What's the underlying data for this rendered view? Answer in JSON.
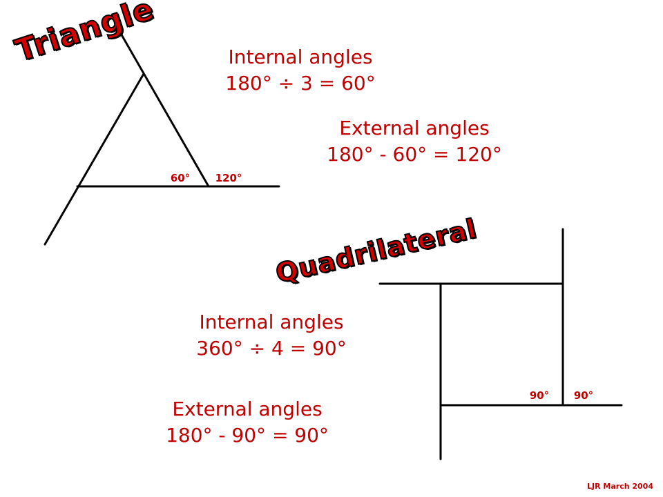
{
  "triangle": {
    "title": "Triangle",
    "internal_heading": "Internal angles",
    "internal_formula": "180° ÷ 3 = 60°",
    "external_heading": "External angles",
    "external_formula": "180° - 60° = 120°",
    "internal_angle_label": "60°",
    "external_angle_label": "120°"
  },
  "quadrilateral": {
    "title": "Quadrilateral",
    "internal_heading": "Internal angles",
    "internal_formula": "360° ÷ 4 = 90°",
    "external_heading": "External angles",
    "external_formula": "180° - 90° = 90°",
    "internal_angle_label": "90°",
    "external_angle_label": "90°"
  },
  "credit": "LJR March 2004",
  "colors": {
    "text": "#c00000",
    "title_fill": "#d40000",
    "title_outline": "#000000",
    "lines": "#000000"
  }
}
